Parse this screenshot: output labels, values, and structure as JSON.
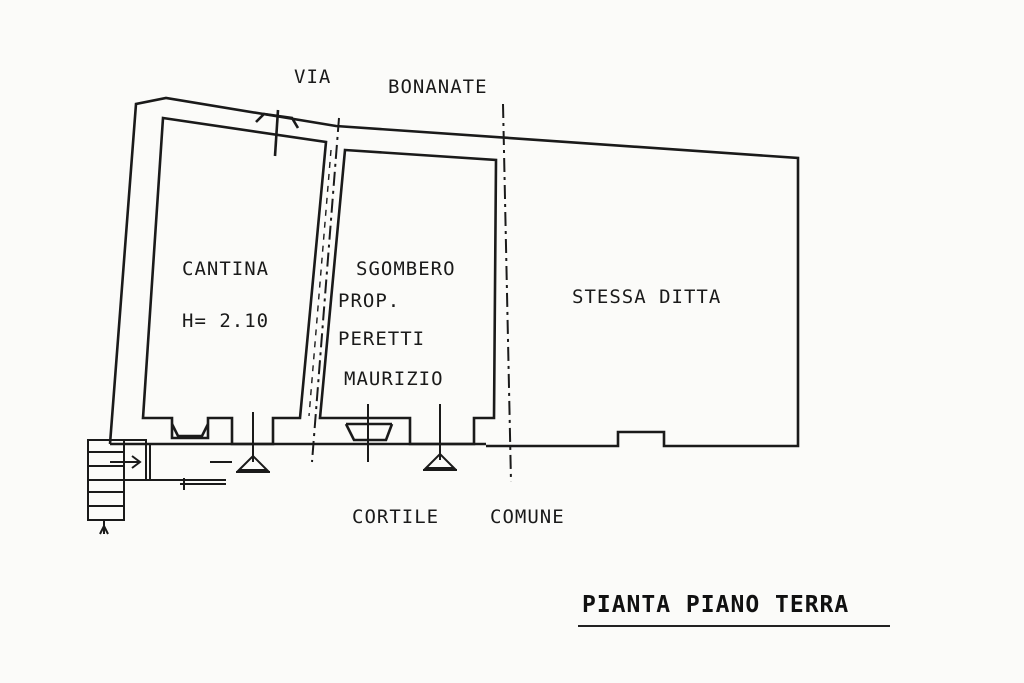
{
  "plan": {
    "street_via": "VIA",
    "street_name": "BONANATE",
    "rooms": {
      "cantina": "CANTINA",
      "cantina_height": "H= 2.10",
      "sgombero": "SGOMBERO",
      "owner_prop": "PROP.",
      "owner_surname": "PERETTI",
      "owner_name": "MAURIZIO",
      "stessa_ditta": "STESSA DITTA"
    },
    "cortile": "CORTILE",
    "comune": "COMUNE",
    "title": "PIANTA PIANO TERRA"
  },
  "colors": {
    "ink": "#1a1a1a",
    "paper": "#fbfbf9"
  }
}
